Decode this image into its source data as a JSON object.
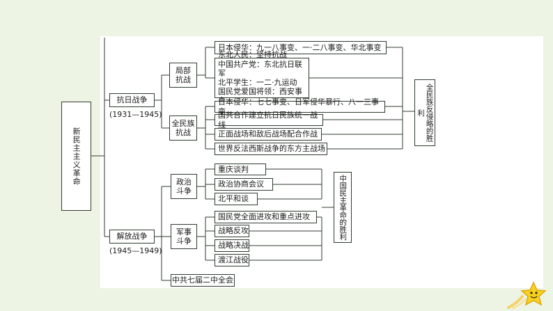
{
  "root": "新民主主义革命",
  "war1": {
    "name": "抗日战争",
    "period": "(1931—1945)"
  },
  "local": {
    "label": "局部\n抗战",
    "items": [
      "日本侵华：九一八事变、一·二八事变、华北事变",
      "东北人民：坚持抗战\n中国共产党：东北抗日联军\n北平学生：一二·九运动\n国民党爱国将领：西安事变"
    ]
  },
  "full": {
    "label": "全民族\n抗战",
    "items": [
      "日本侵华：七七事变、日军侵华暴行、八一三事变",
      "国共合作建立抗日民族统一战线",
      "正面战场和敌后战场配合作战",
      "世界反法西斯战争的东方主战场"
    ]
  },
  "result1": "全民族反侵略的胜利",
  "war2": {
    "name": "解放战争",
    "period": "(1945—1949)"
  },
  "politics": {
    "label": "政治\n斗争",
    "items": [
      "重庆谈判",
      "政治协商会议",
      "北平和谈"
    ]
  },
  "military": {
    "label": "军事\n斗争",
    "items": [
      "国民党全面进攻和重点进攻",
      "战略反攻",
      "战略决战",
      "渡江战役"
    ]
  },
  "plenary": "中共七届二中全会",
  "result2": "中国民主革命的胜利",
  "colors": {
    "background": "#eef4e3",
    "panel": "#ffffff",
    "line": "#2f3a2f",
    "star": "#f6d21f"
  },
  "icons": [
    "star-icon"
  ]
}
